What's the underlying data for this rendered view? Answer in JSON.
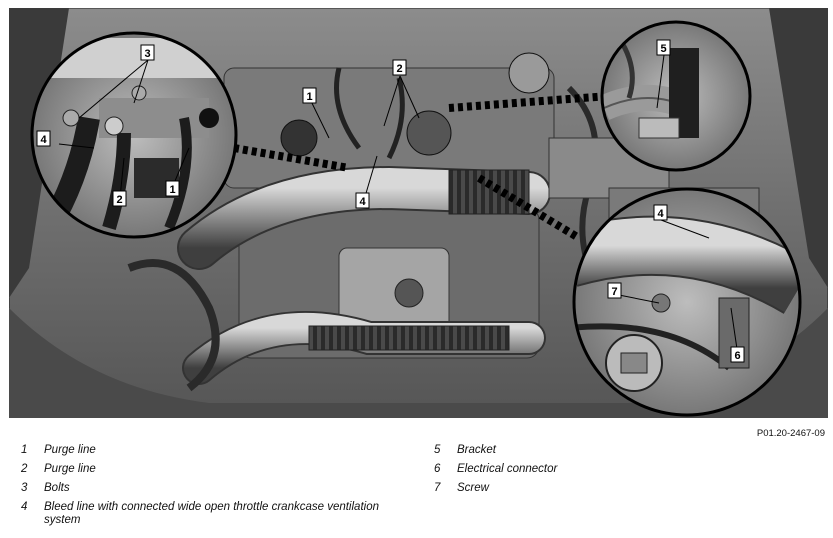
{
  "figure_code": "P01.20-2467-09",
  "callouts": {
    "c1": "1",
    "c2": "2",
    "c3": "3",
    "c4": "4",
    "c5": "5",
    "c6": "6",
    "c7": "7"
  },
  "legend_left": [
    {
      "num": "1",
      "text": "Purge line"
    },
    {
      "num": "2",
      "text": "Purge line"
    },
    {
      "num": "3",
      "text": "Bolts"
    },
    {
      "num": "4",
      "text": "Bleed line with connected wide open throttle crankcase ventilation system"
    }
  ],
  "legend_right": [
    {
      "num": "5",
      "text": "Bracket"
    },
    {
      "num": "6",
      "text": "Electrical connector"
    },
    {
      "num": "7",
      "text": "Screw"
    }
  ]
}
